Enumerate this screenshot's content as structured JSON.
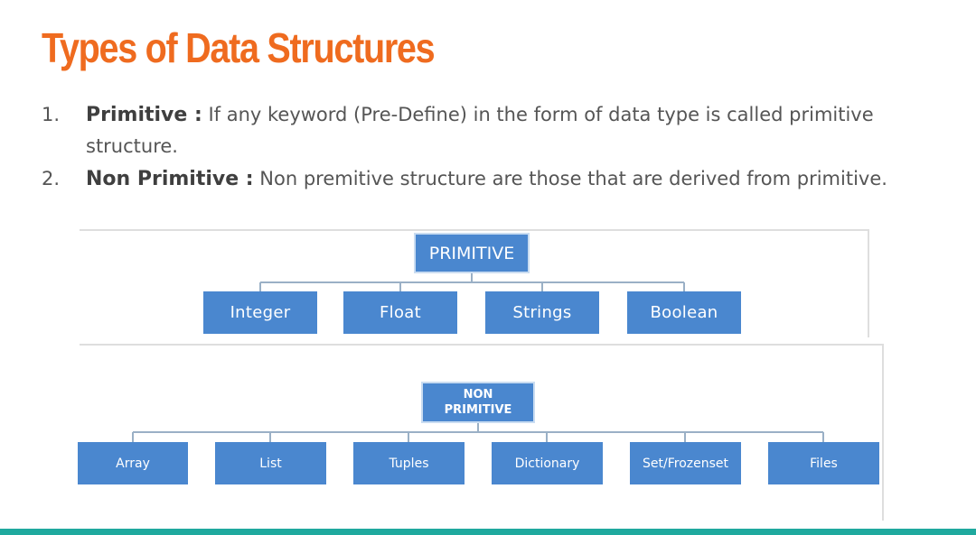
{
  "slide": {
    "title": "Types of Data Structures",
    "items": [
      {
        "number": "1.",
        "term": "Primitive :",
        "definition": " If any keyword (Pre-Define)  in the form of data type is called primitive structure."
      },
      {
        "number": "2.",
        "term": "Non Primitive :",
        "definition": " Non premitive structure are those that are derived from primitive."
      }
    ]
  },
  "diagram": {
    "primitive": {
      "root": "PRIMITIVE",
      "children": [
        "Integer",
        "Float",
        "Strings",
        "Boolean"
      ]
    },
    "non_primitive": {
      "root_line1": "NON",
      "root_line2": "PRIMITIVE",
      "children": [
        "Array",
        "List",
        "Tuples",
        "Dictionary",
        "Set/Frozenset",
        "Files"
      ]
    }
  },
  "colors": {
    "title": "#ef6b1f",
    "node_fill": "#4a87cf",
    "connector": "#9ab0c6",
    "bottom_bar": "#1fa99e"
  }
}
